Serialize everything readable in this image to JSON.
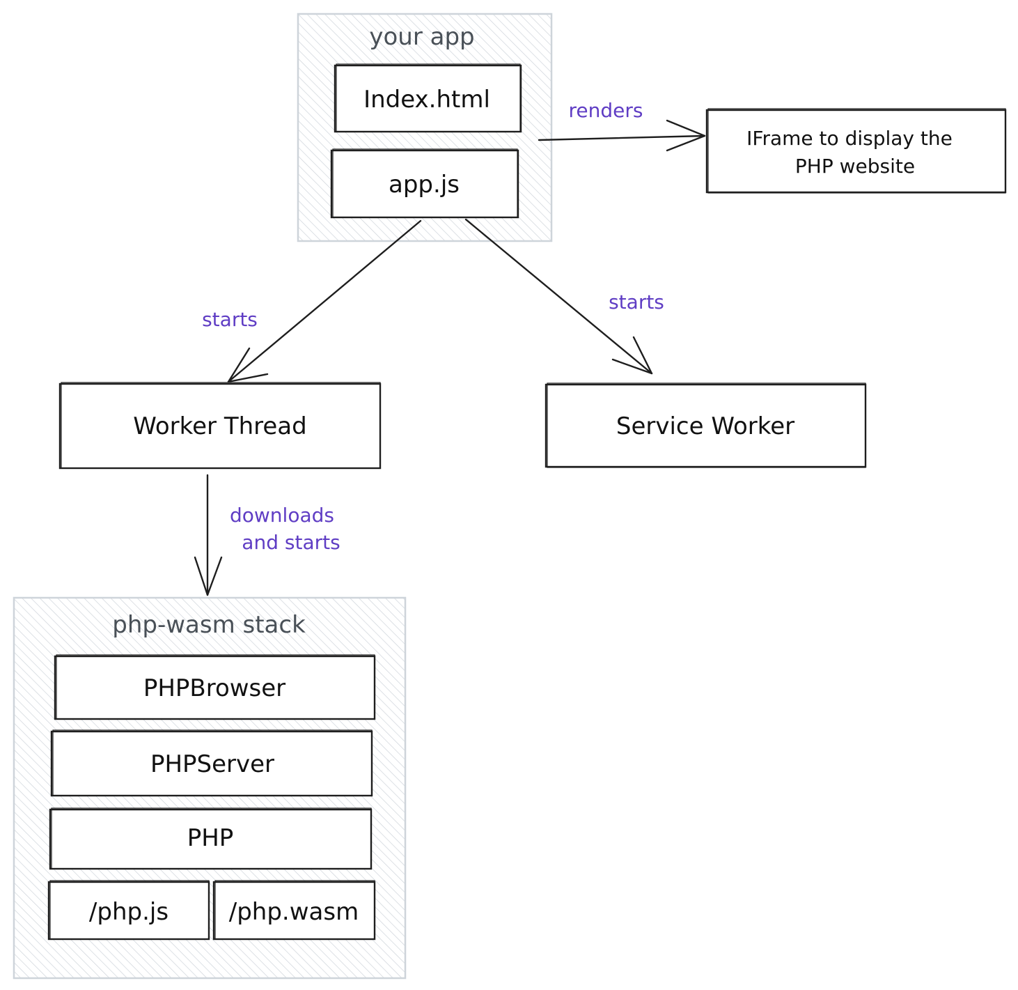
{
  "groups": {
    "your_app": "your app",
    "php_wasm_stack": "php-wasm stack"
  },
  "nodes": {
    "index_html": "Index.html",
    "app_js": "app.js",
    "iframe_line1": "IFrame to display the",
    "iframe_line2": "PHP website",
    "worker_thread": "Worker Thread",
    "service_worker": "Service Worker",
    "php_browser": "PHPBrowser",
    "php_server": "PHPServer",
    "php": "PHP",
    "php_js": "/php.js",
    "php_wasm": "/php.wasm"
  },
  "edges": {
    "renders": "renders",
    "starts_worker": "starts",
    "starts_service": "starts",
    "downloads_line1": "downloads",
    "downloads_line2": "and starts"
  },
  "colors": {
    "edge_label": "#5f3dc4",
    "group_border": "#ced4da",
    "group_hatch": "#ced4da",
    "stroke": "#1e1e1e"
  }
}
